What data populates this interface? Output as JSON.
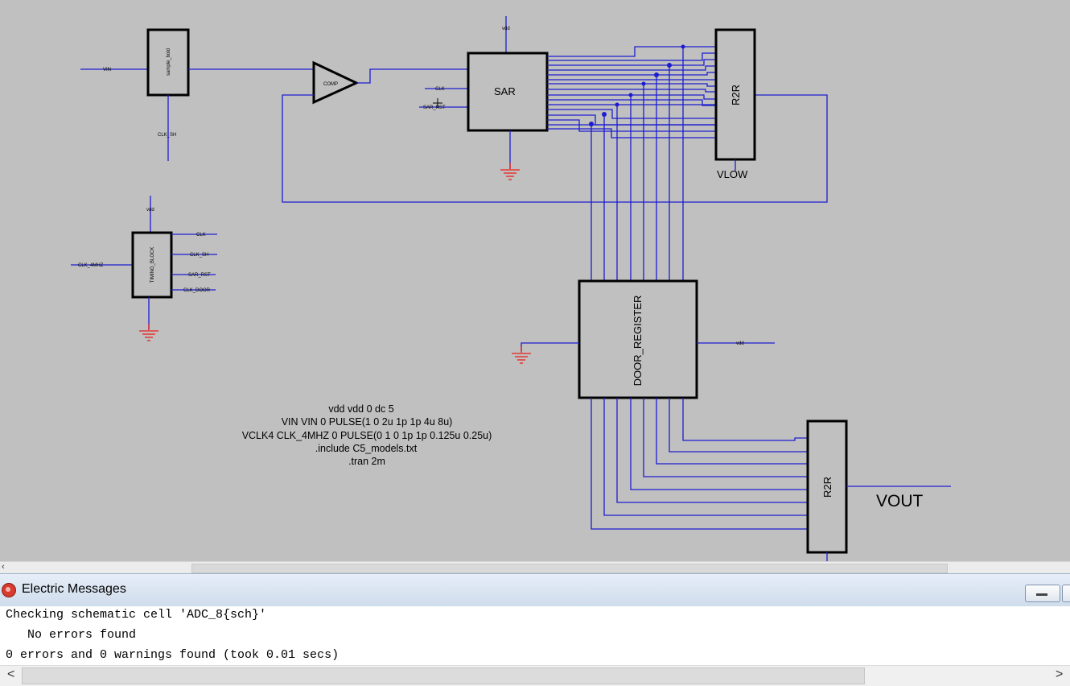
{
  "schematic": {
    "blocks": {
      "sample_hold": "sample_hold",
      "comparator": "COMP",
      "sar": "SAR",
      "r2r_top": "R2R",
      "timing_block": "TIMING_BLOCK",
      "door_register": "DOOR_REGISTER",
      "r2r_bottom": "R2R"
    },
    "nets": {
      "vin": "VIN",
      "clk_sh": "CLK_SH",
      "vdd_sar": "vdd",
      "clk_sar": "CLK",
      "sar_rst": "SAR_RST",
      "vdd_timing": "vdd",
      "clk_4mhz": "CLK_4MHZ",
      "t_clk": "CLK",
      "t_clk_sh": "CLK_SH",
      "t_sar_rst": "SAR_RST",
      "t_clk_door": "CLK_DOOR",
      "vdd_door": "vdd",
      "vlow": "VLOW",
      "vout": "VOUT"
    },
    "spice_lines": [
      "vdd vdd 0 dc 5",
      "VIN VIN 0 PULSE(1 0 2u 1p 1p 4u 8u)",
      "VCLK4 CLK_4MHZ 0 PULSE(0 1 0 1p 1p 0.125u 0.25u)",
      ".include C5_models.txt",
      ".tran 2m"
    ],
    "colors": {
      "background": "#c0c0c0",
      "wire": "#1c1cd0",
      "ground": "#e8201c",
      "outline": "#000000"
    }
  },
  "messages": {
    "title": "Electric Messages",
    "icon": "electric-app-icon",
    "lines": [
      "Checking schematic cell 'ADC_8{sch}'",
      "   No errors found",
      "0 errors and 0 warnings found (took 0.01 secs)"
    ]
  }
}
